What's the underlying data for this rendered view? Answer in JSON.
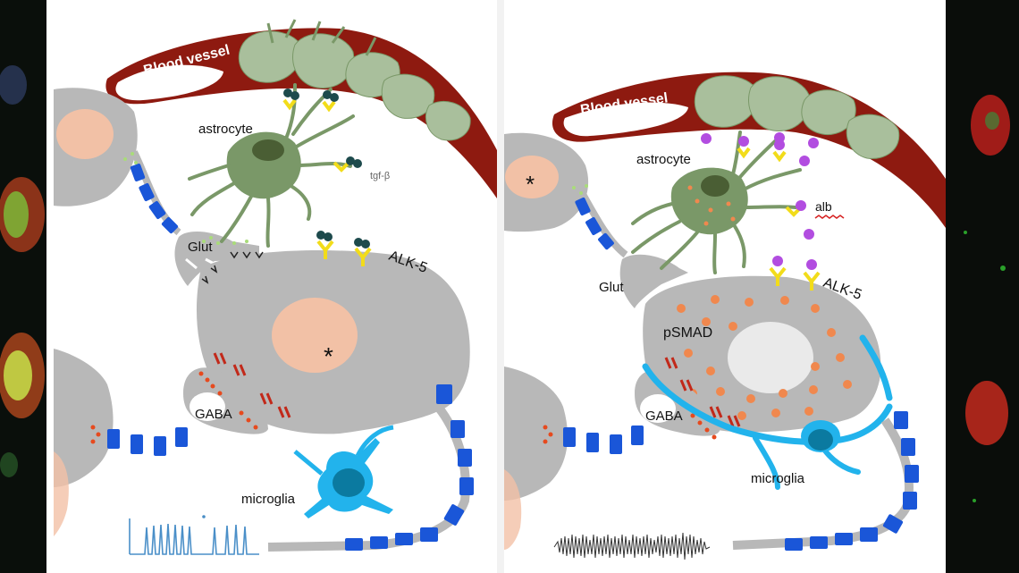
{
  "left_panel": {
    "blood_vessel": "Blood vessel",
    "astrocyte": "astrocyte",
    "tgf": "tgf-β",
    "glut": "Glut",
    "alk5": "ALK-5",
    "asterisk": "*",
    "gaba": "GABA",
    "microglia": "microglia"
  },
  "right_panel": {
    "blood_vessel": "Blood vessel",
    "astrocyte": "astrocyte",
    "alb": "alb",
    "glut": "Glut",
    "alk5": "ALK-5",
    "psmad": "pSMAD",
    "asterisk": "*",
    "gaba": "GABA",
    "microglia": "microglia"
  },
  "colors": {
    "neuron": "#b8b8b8",
    "nucleus": "#f2c1a6",
    "astrocyte": "#7a9868",
    "astro_light": "#a9bf9c",
    "vessel": "#8e1a10",
    "myelin": "#1a56d8",
    "receptor": "#f2dc1a",
    "tgf": "#1d4a4c",
    "albumin": "#b24de0",
    "microglia": "#22b3ec",
    "gaba_dots": "#e64a1e",
    "psmad_dots": "#f0884e"
  }
}
